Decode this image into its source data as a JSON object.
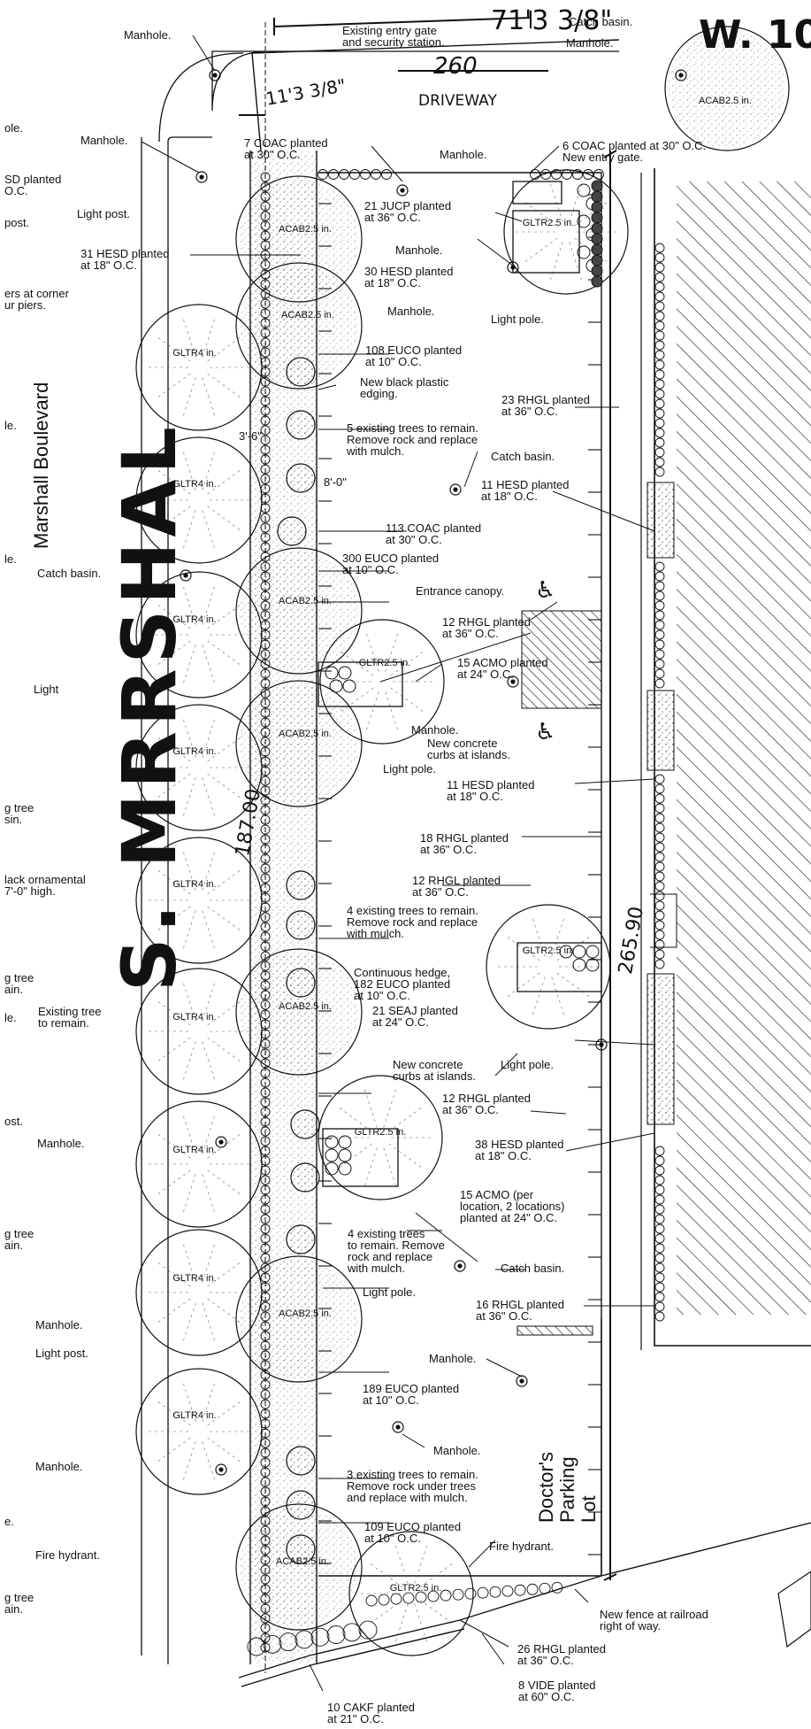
{
  "handwritten": {
    "street_name": "S. MRRSHAL",
    "corner_label": "W. 10",
    "dim_top": "71'3 3/8\"",
    "dim_260": "260",
    "driveway": "DRIVEWAY",
    "dim_left": "11'3 3/8\"",
    "dim_side": "187.00",
    "dim_right": "265.90"
  },
  "street_label": "Marshall Boulevard",
  "parking_label": "Doctor's Parking Lot",
  "tree_labels": {
    "gltr": "GLTR",
    "gltr_size": "4 in.",
    "gltr_small": "2.5 in.",
    "acab": "ACAB",
    "acab_size": "2.5 in."
  },
  "left_edge_fragments": [
    "ole.",
    "SD planted",
    "O.C.",
    "post.",
    "ers at corner",
    "ur piers.",
    "le.",
    "le.",
    "g tree",
    "sin.",
    "lack ornamental",
    "7'-0\" high.",
    "g tree",
    "ain.",
    "le.",
    "ost.",
    "g tree",
    "ain.",
    "e.",
    "g tree",
    "ain."
  ],
  "callouts": {
    "manhole_1": "Manhole.",
    "entry_gate_1": "Existing entry gate",
    "entry_gate_2": "and security station.",
    "catch_basin_top": "Catch basin.",
    "manhole_top_right": "Manhole.",
    "manhole_2": "Manhole.",
    "coac7_1": "7 COAC planted",
    "coac7_2": "at 30\" O.C.",
    "manhole_3": "Manhole.",
    "coac6_1": "6 COAC planted at 30\" O.C.",
    "coac6_2": "New entry gate.",
    "light_post_1": "Light post.",
    "jucp_1": "21 JUCP planted",
    "jucp_2": "at 36\" O.C.",
    "hesd31_1": "31 HESD planted",
    "hesd31_2": "at 18\" O.C.",
    "manhole_4": "Manhole.",
    "hesd30_1": "30 HESD planted",
    "hesd30_2": "at 18\" O.C.",
    "manhole_5": "Manhole.",
    "light_pole_1": "Light pole.",
    "euco108_1": "108 EUCO planted",
    "euco108_2": "at 10\" O.C.",
    "edging_1": "New black plastic",
    "edging_2": "edging.",
    "rhgl23_1": "23 RHGL planted",
    "rhgl23_2": "at 36\" O.C.",
    "existing5_1": "5 existing trees to remain.",
    "existing5_2": "Remove rock and replace",
    "existing5_3": "with mulch.",
    "dim_3_6": "3'-6\"",
    "catch_basin_2": "Catch basin.",
    "dim_8_0": "8'-0\"",
    "hesd11a_1": "11 HESD planted",
    "hesd11a_2": "at 18\" O.C.",
    "coac113_1": "113 COAC planted",
    "coac113_2": "at 30\" O.C.",
    "euco300_1": "300 EUCO planted",
    "euco300_2": "at 10\" O.C.",
    "catch_basin_3": "Catch basin.",
    "canopy": "Entrance canopy.",
    "rhgl12a_1": "12 RHGL planted",
    "rhgl12a_2": "at 36\" O.C.",
    "acmo15a_1": "15 ACMO planted",
    "acmo15a_2": "at 24\" O.C.",
    "light_1": "Light",
    "manhole_6": "Manhole.",
    "curbs_1": "New concrete",
    "curbs_2": "curbs at islands.",
    "light_pole_2": "Light pole.",
    "hesd11b_1": "11 HESD planted",
    "hesd11b_2": "at 18\" O.C.",
    "rhgl18_1": "18 RHGL planted",
    "rhgl18_2": "at 36\" O.C.",
    "rhgl12b_1": "12 RHGL planted",
    "rhgl12b_2": "at 36\" O.C.",
    "existing4a_1": "4 existing trees to remain.",
    "existing4a_2": "Remove rock and replace",
    "existing4a_3": "with mulch.",
    "hedge_1": "Continuous hedge,",
    "hedge_2": "182 EUCO planted",
    "hedge_3": "at 10\" O.C.",
    "existing_tree_1": "Existing tree",
    "existing_tree_2": "to remain.",
    "seaj_1": "21 SEAJ planted",
    "seaj_2": "at 24\" O.C.",
    "curbs2_1": "New concrete",
    "curbs2_2": "curbs at islands.",
    "light_pole_3": "Light pole.",
    "rhgl12c_1": "12 RHGL planted",
    "rhgl12c_2": "at 36\" O.C.",
    "manhole_7": "Manhole.",
    "hesd38_1": "38 HESD planted",
    "hesd38_2": "at 18\" O.C.",
    "acmo15b_1": "15 ACMO (per",
    "acmo15b_2": "location, 2 locations)",
    "acmo15b_3": "planted at 24\" O.C.",
    "existing4b_1": "4 existing trees",
    "existing4b_2": "to remain. Remove",
    "existing4b_3": "rock and replace",
    "existing4b_4": "with mulch.",
    "catch_basin_4": "Catch basin.",
    "light_pole_4": "Light pole.",
    "rhgl16_1": "16 RHGL planted",
    "rhgl16_2": "at 36\" O.C.",
    "manhole_8": "Manhole.",
    "light_post_2": "Light post.",
    "manhole_9": "Manhole.",
    "euco189_1": "189 EUCO planted",
    "euco189_2": "at 10\" O.C.",
    "manhole_10": "Manhole.",
    "manhole_11": "Manhole.",
    "existing3_1": "3 existing trees to remain.",
    "existing3_2": "Remove rock under trees",
    "existing3_3": "and replace with mulch.",
    "euco109_1": "109 EUCO planted",
    "euco109_2": "at 10\" O.C.",
    "fire_hydrant_1": "Fire hydrant.",
    "fire_hydrant_2": "Fire hydrant.",
    "fence_1": "New fence at railroad",
    "fence_2": "right of way.",
    "rhgl26_1": "26 RHGL planted",
    "rhgl26_2": "at 36\" O.C.",
    "vide8_1": "8 VIDE planted",
    "vide8_2": "at 60\" O.C.",
    "cakf10_1": "10 CAKF planted",
    "cakf10_2": "at 21\" O.C."
  }
}
